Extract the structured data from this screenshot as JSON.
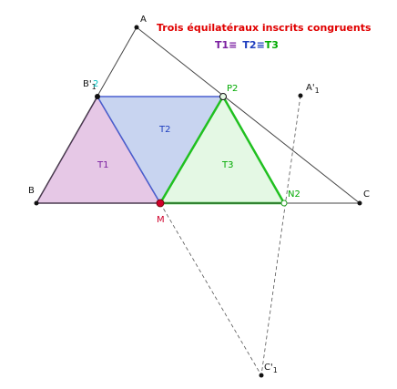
{
  "title": "Trois équilatéraux inscrits congruents",
  "congruence": {
    "t1": "T1",
    "eq1": "≡",
    "t2": "T2",
    "eq2": "≡",
    "t3": "T3"
  },
  "triangle_labels": {
    "t1": "T1",
    "t2": "T2",
    "t3": "T3"
  },
  "point_labels": {
    "A": "A",
    "B": "B",
    "C": "C",
    "B1": "B'",
    "B1_sub": "1",
    "A1": "A'",
    "A1_sub": "1",
    "C1": "C'",
    "C1_sub": "1",
    "M": "M",
    "N2": "N2",
    "P2": "P2",
    "B1_marker": "2"
  },
  "colors": {
    "title": "#e00000",
    "t1": "#7a1fa0",
    "t2": "#1f3fbf",
    "t3": "#00aa00",
    "m": "#d0002a",
    "p2": "#00aa00"
  }
}
